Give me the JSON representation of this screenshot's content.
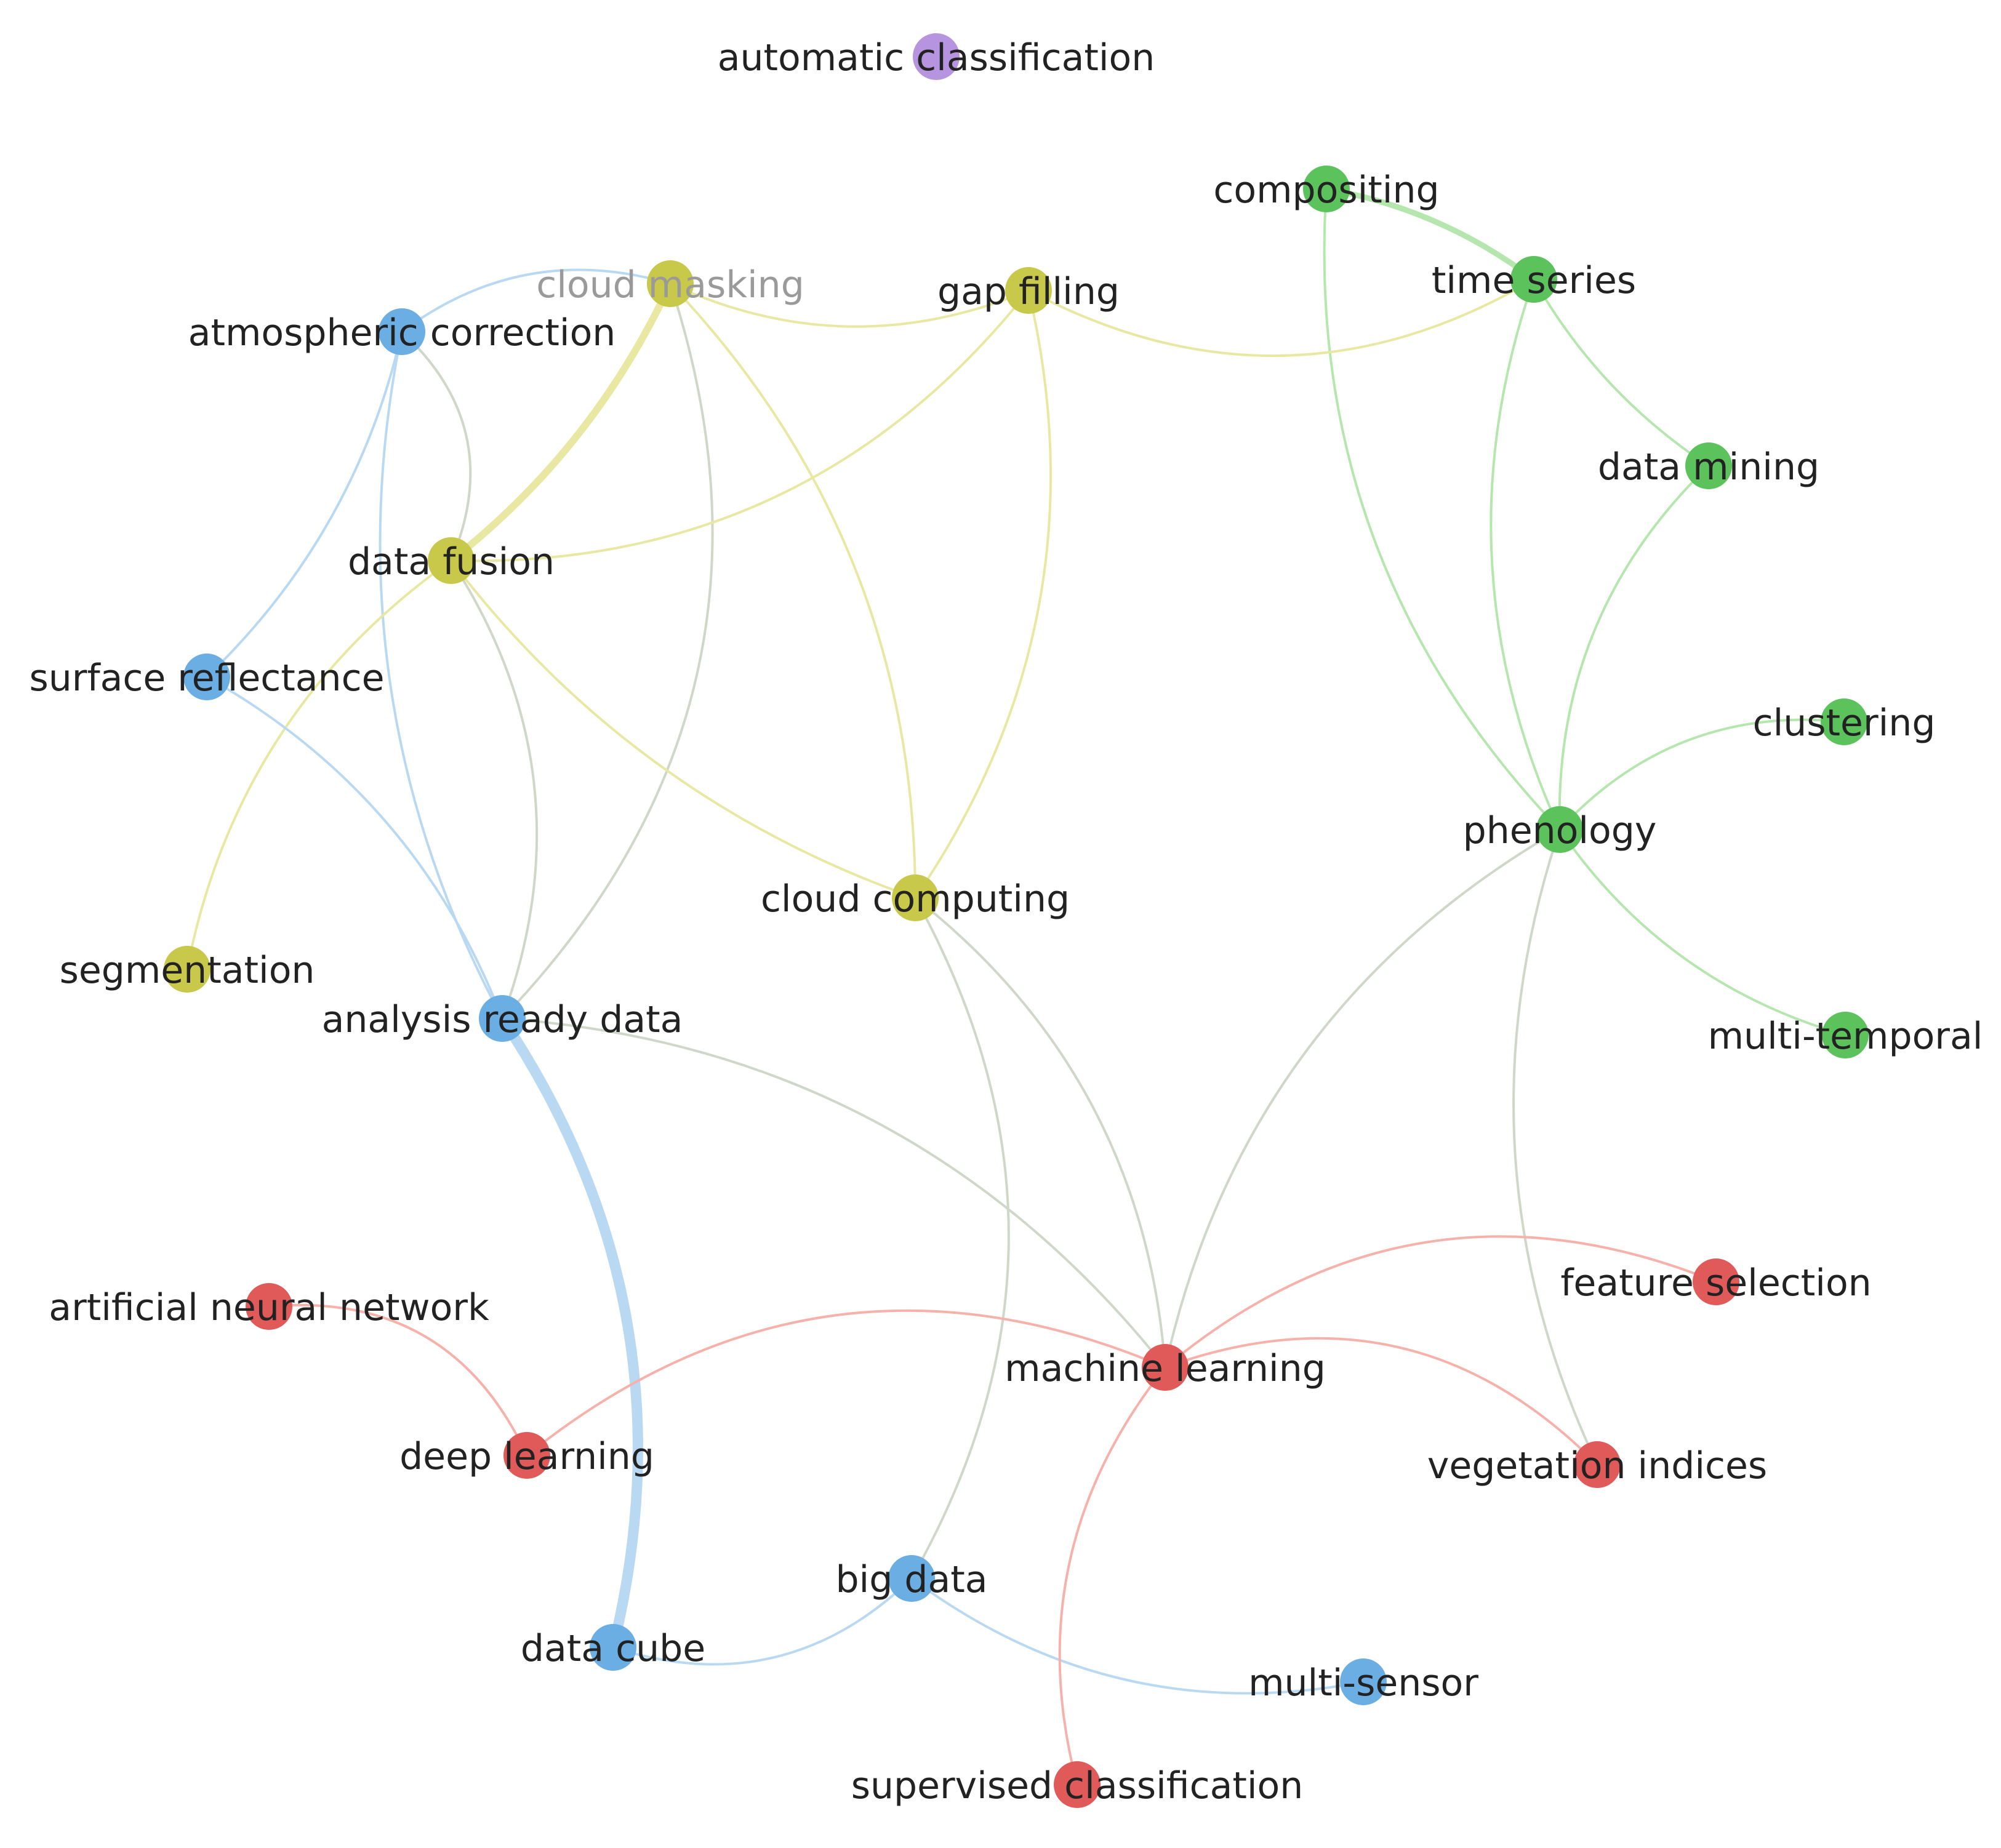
{
  "clusters": {
    "red": "#e05a5a",
    "green": "#5cc35c",
    "blue": "#6aaee3",
    "yellow": "#c8c84a",
    "purple": "#b794e0"
  },
  "edge_colors": {
    "red": "#f6b2aa",
    "green": "#b5e6ae",
    "blue": "#b9d9f3",
    "yellow": "#e8e8a2",
    "mixed": "#cfd8c8"
  },
  "nodes": [
    {
      "id": "automatic-classification",
      "label": "automatic classification",
      "cluster": "purple"
    },
    {
      "id": "compositing",
      "label": "compositing",
      "cluster": "green"
    },
    {
      "id": "time-series",
      "label": "time series",
      "cluster": "green"
    },
    {
      "id": "data-mining",
      "label": "data mining",
      "cluster": "green"
    },
    {
      "id": "clustering",
      "label": "clustering",
      "cluster": "green"
    },
    {
      "id": "phenology",
      "label": "phenology",
      "cluster": "green"
    },
    {
      "id": "multi-temporal",
      "label": "multi-temporal",
      "cluster": "green"
    },
    {
      "id": "cloud-masking",
      "label": "cloud masking",
      "cluster": "yellow",
      "dim": true
    },
    {
      "id": "gap-filling",
      "label": "gap filling",
      "cluster": "yellow"
    },
    {
      "id": "data-fusion",
      "label": "data fusion",
      "cluster": "yellow"
    },
    {
      "id": "segmentation",
      "label": "segmentation",
      "cluster": "yellow"
    },
    {
      "id": "cloud-computing",
      "label": "cloud computing",
      "cluster": "yellow"
    },
    {
      "id": "atmospheric-correction",
      "label": "atmospheric correction",
      "cluster": "blue"
    },
    {
      "id": "surface-reflectance",
      "label": "surface reflectance",
      "cluster": "blue"
    },
    {
      "id": "analysis-ready-data",
      "label": "analysis ready data",
      "cluster": "blue"
    },
    {
      "id": "data-cube",
      "label": "data cube",
      "cluster": "blue"
    },
    {
      "id": "big-data",
      "label": "big data",
      "cluster": "blue"
    },
    {
      "id": "multi-sensor",
      "label": "multi-sensor",
      "cluster": "blue"
    },
    {
      "id": "artificial-neural-network",
      "label": "artificial neural network",
      "cluster": "red"
    },
    {
      "id": "deep-learning",
      "label": "deep learning",
      "cluster": "red"
    },
    {
      "id": "machine-learning",
      "label": "machine learning",
      "cluster": "red"
    },
    {
      "id": "feature-selection",
      "label": "feature selection",
      "cluster": "red"
    },
    {
      "id": "vegetation-indices",
      "label": "vegetation indices",
      "cluster": "red"
    },
    {
      "id": "supervised-classification",
      "label": "supervised classification",
      "cluster": "red"
    }
  ],
  "edges": [
    {
      "from": "compositing",
      "to": "time-series",
      "color": "green",
      "weight": 3
    },
    {
      "from": "compositing",
      "to": "phenology",
      "color": "green",
      "weight": 1
    },
    {
      "from": "time-series",
      "to": "data-mining",
      "color": "green",
      "weight": 1
    },
    {
      "from": "time-series",
      "to": "phenology",
      "color": "green",
      "weight": 1
    },
    {
      "from": "time-series",
      "to": "gap-filling",
      "color": "yellow",
      "weight": 1
    },
    {
      "from": "data-mining",
      "to": "phenology",
      "color": "green",
      "weight": 1
    },
    {
      "from": "phenology",
      "to": "clustering",
      "color": "green",
      "weight": 1
    },
    {
      "from": "phenology",
      "to": "multi-temporal",
      "color": "green",
      "weight": 1
    },
    {
      "from": "phenology",
      "to": "machine-learning",
      "color": "mixed",
      "weight": 1
    },
    {
      "from": "phenology",
      "to": "vegetation-indices",
      "color": "mixed",
      "weight": 1
    },
    {
      "from": "cloud-masking",
      "to": "gap-filling",
      "color": "yellow",
      "weight": 1
    },
    {
      "from": "cloud-masking",
      "to": "data-fusion",
      "color": "yellow",
      "weight": 4
    },
    {
      "from": "cloud-masking",
      "to": "atmospheric-correction",
      "color": "blue",
      "weight": 1
    },
    {
      "from": "cloud-masking",
      "to": "cloud-computing",
      "color": "yellow",
      "weight": 1
    },
    {
      "from": "cloud-masking",
      "to": "analysis-ready-data",
      "color": "mixed",
      "weight": 1
    },
    {
      "from": "gap-filling",
      "to": "data-fusion",
      "color": "yellow",
      "weight": 1
    },
    {
      "from": "gap-filling",
      "to": "cloud-computing",
      "color": "yellow",
      "weight": 1
    },
    {
      "from": "atmospheric-correction",
      "to": "data-fusion",
      "color": "mixed",
      "weight": 1
    },
    {
      "from": "atmospheric-correction",
      "to": "surface-reflectance",
      "color": "blue",
      "weight": 1
    },
    {
      "from": "atmospheric-correction",
      "to": "analysis-ready-data",
      "color": "blue",
      "weight": 1
    },
    {
      "from": "data-fusion",
      "to": "segmentation",
      "color": "yellow",
      "weight": 1
    },
    {
      "from": "data-fusion",
      "to": "cloud-computing",
      "color": "yellow",
      "weight": 1
    },
    {
      "from": "data-fusion",
      "to": "analysis-ready-data",
      "color": "mixed",
      "weight": 1
    },
    {
      "from": "surface-reflectance",
      "to": "analysis-ready-data",
      "color": "blue",
      "weight": 1
    },
    {
      "from": "analysis-ready-data",
      "to": "data-cube",
      "color": "blue",
      "weight": 6
    },
    {
      "from": "analysis-ready-data",
      "to": "machine-learning",
      "color": "mixed",
      "weight": 1
    },
    {
      "from": "cloud-computing",
      "to": "big-data",
      "color": "mixed",
      "weight": 1
    },
    {
      "from": "cloud-computing",
      "to": "machine-learning",
      "color": "mixed",
      "weight": 1
    },
    {
      "from": "data-cube",
      "to": "big-data",
      "color": "blue",
      "weight": 1
    },
    {
      "from": "big-data",
      "to": "multi-sensor",
      "color": "blue",
      "weight": 1
    },
    {
      "from": "artificial-neural-network",
      "to": "deep-learning",
      "color": "red",
      "weight": 1
    },
    {
      "from": "deep-learning",
      "to": "machine-learning",
      "color": "red",
      "weight": 1
    },
    {
      "from": "machine-learning",
      "to": "feature-selection",
      "color": "red",
      "weight": 1
    },
    {
      "from": "machine-learning",
      "to": "vegetation-indices",
      "color": "red",
      "weight": 1
    },
    {
      "from": "machine-learning",
      "to": "supervised-classification",
      "color": "red",
      "weight": 1
    }
  ]
}
